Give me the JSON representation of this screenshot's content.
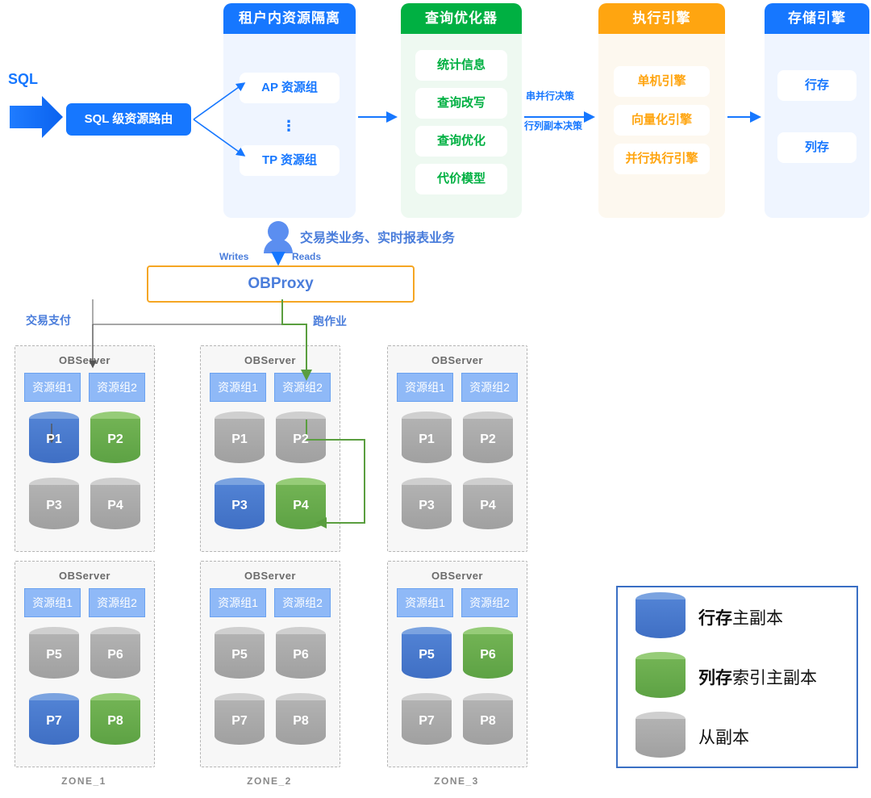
{
  "entry": {
    "sql_label": "SQL",
    "route_box": "SQL 级资源路由"
  },
  "panels": [
    {
      "name": "tenant-isolation",
      "title": "租户内资源隔离",
      "header_color": "#1677ff",
      "body_color": "#eff5ff",
      "items": [
        "AP 资源组",
        "TP 资源组"
      ],
      "ellipsis": "⋮"
    },
    {
      "name": "query-optimizer",
      "title": "查询优化器",
      "header_color": "#00b042",
      "body_color": "#eef9f1",
      "items": [
        "统计信息",
        "查询改写",
        "查询优化",
        "代价模型"
      ]
    },
    {
      "name": "execution-engine",
      "title": "执行引擎",
      "header_color": "#ffa510",
      "body_color": "#fdf8ef",
      "items": [
        "单机引擎",
        "向量化引擎",
        "并行执行引擎"
      ]
    },
    {
      "name": "storage-engine",
      "title": "存储引擎",
      "header_color": "#1677ff",
      "body_color": "#eff5ff",
      "items": [
        "行存",
        "列存"
      ]
    }
  ],
  "edge_labels": {
    "decision_upper": "串并行决策",
    "decision_lower": "行列副本决策"
  },
  "proxy": {
    "title": "OBProxy",
    "business_label": "交易类业务、实时报表业务",
    "writes": "Writes",
    "reads": "Reads",
    "left_branch": "交易支付",
    "right_branch": "跑作业",
    "border_color": "#f5a623"
  },
  "zones": [
    {
      "name": "ZONE_1",
      "servers": [
        {
          "title": "OBServer",
          "resource_groups": [
            "资源组1",
            "资源组2"
          ],
          "partitions": [
            {
              "label": "P1",
              "color": "blue"
            },
            {
              "label": "P2",
              "color": "green"
            },
            {
              "label": "P3",
              "color": "gray"
            },
            {
              "label": "P4",
              "color": "gray"
            }
          ]
        },
        {
          "title": "OBServer",
          "resource_groups": [
            "资源组1",
            "资源组2"
          ],
          "partitions": [
            {
              "label": "P5",
              "color": "gray"
            },
            {
              "label": "P6",
              "color": "gray"
            },
            {
              "label": "P7",
              "color": "blue"
            },
            {
              "label": "P8",
              "color": "green"
            }
          ]
        }
      ]
    },
    {
      "name": "ZONE_2",
      "servers": [
        {
          "title": "OBServer",
          "resource_groups": [
            "资源组1",
            "资源组2"
          ],
          "partitions": [
            {
              "label": "P1",
              "color": "gray"
            },
            {
              "label": "P2",
              "color": "gray"
            },
            {
              "label": "P3",
              "color": "blue"
            },
            {
              "label": "P4",
              "color": "green"
            }
          ]
        },
        {
          "title": "OBServer",
          "resource_groups": [
            "资源组1",
            "资源组2"
          ],
          "partitions": [
            {
              "label": "P5",
              "color": "gray"
            },
            {
              "label": "P6",
              "color": "gray"
            },
            {
              "label": "P7",
              "color": "gray"
            },
            {
              "label": "P8",
              "color": "gray"
            }
          ]
        }
      ]
    },
    {
      "name": "ZONE_3",
      "servers": [
        {
          "title": "OBServer",
          "resource_groups": [
            "资源组1",
            "资源组2"
          ],
          "partitions": [
            {
              "label": "P1",
              "color": "gray"
            },
            {
              "label": "P2",
              "color": "gray"
            },
            {
              "label": "P3",
              "color": "gray"
            },
            {
              "label": "P4",
              "color": "gray"
            }
          ]
        },
        {
          "title": "OBServer",
          "resource_groups": [
            "资源组1",
            "资源组2"
          ],
          "partitions": [
            {
              "label": "P5",
              "color": "blue"
            },
            {
              "label": "P6",
              "color": "green"
            },
            {
              "label": "P7",
              "color": "gray"
            },
            {
              "label": "P8",
              "color": "gray"
            }
          ]
        }
      ]
    }
  ],
  "legend": {
    "border_color": "#3a6fc4",
    "items": [
      {
        "color": "blue",
        "hex": "#4a79ca",
        "bold": "行存",
        "rest": "主副本"
      },
      {
        "color": "green",
        "hex": "#65ab4b",
        "bold": "列存",
        "rest": "索引主副本"
      },
      {
        "color": "gray",
        "hex": "#b3b3b3",
        "bold": "",
        "rest": "从副本"
      }
    ]
  },
  "colors": {
    "blue": "#1677ff",
    "green": "#00b042",
    "orange": "#ffa510",
    "proxy_border": "#f5a623",
    "flow_green": "#5a9e3f",
    "gray_text": "#6b6b6b"
  }
}
